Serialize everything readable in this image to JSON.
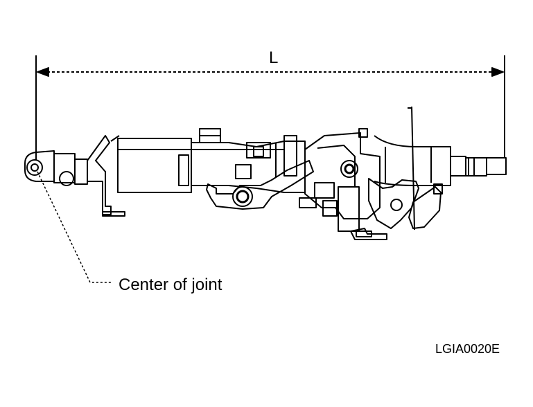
{
  "dimension_label": "L",
  "callout_label": "Center of joint",
  "figure_code": "LGIA0020E"
}
